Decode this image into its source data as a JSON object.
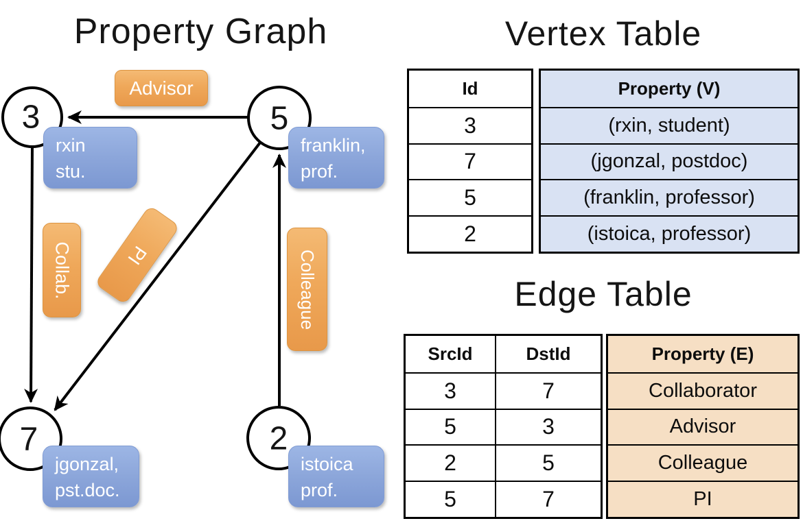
{
  "graph": {
    "title": "Property Graph",
    "nodes": [
      {
        "id": "3",
        "label_lines": [
          "rxin",
          "stu."
        ]
      },
      {
        "id": "5",
        "label_lines": [
          "franklin,",
          "prof."
        ]
      },
      {
        "id": "7",
        "label_lines": [
          "jgonzal,",
          "pst.doc."
        ]
      },
      {
        "id": "2",
        "label_lines": [
          "istoica",
          "prof."
        ]
      }
    ],
    "edge_labels": {
      "advisor": "Advisor",
      "collab": "Collab.",
      "pi": "PI",
      "colleague": "Colleague"
    }
  },
  "vertex_table": {
    "title": "Vertex Table",
    "headers": {
      "id": "Id",
      "property": "Property (V)"
    },
    "rows": [
      {
        "id": "3",
        "property": "(rxin, student)"
      },
      {
        "id": "7",
        "property": "(jgonzal, postdoc)"
      },
      {
        "id": "5",
        "property": "(franklin, professor)"
      },
      {
        "id": "2",
        "property": "(istoica, professor)"
      }
    ]
  },
  "edge_table": {
    "title": "Edge Table",
    "headers": {
      "src": "SrcId",
      "dst": "DstId",
      "property": "Property (E)"
    },
    "rows": [
      {
        "src": "3",
        "dst": "7",
        "property": "Collaborator"
      },
      {
        "src": "5",
        "dst": "3",
        "property": "Advisor"
      },
      {
        "src": "2",
        "dst": "5",
        "property": "Colleague"
      },
      {
        "src": "5",
        "dst": "7",
        "property": "PI"
      }
    ]
  },
  "colors": {
    "edge_label_orange": "#EFA85A",
    "vertex_label_blue": "#8CA6DA",
    "vertex_property_column_bg": "#D9E2F3",
    "edge_property_column_bg": "#F6DFC4",
    "line_black": "#000000"
  }
}
